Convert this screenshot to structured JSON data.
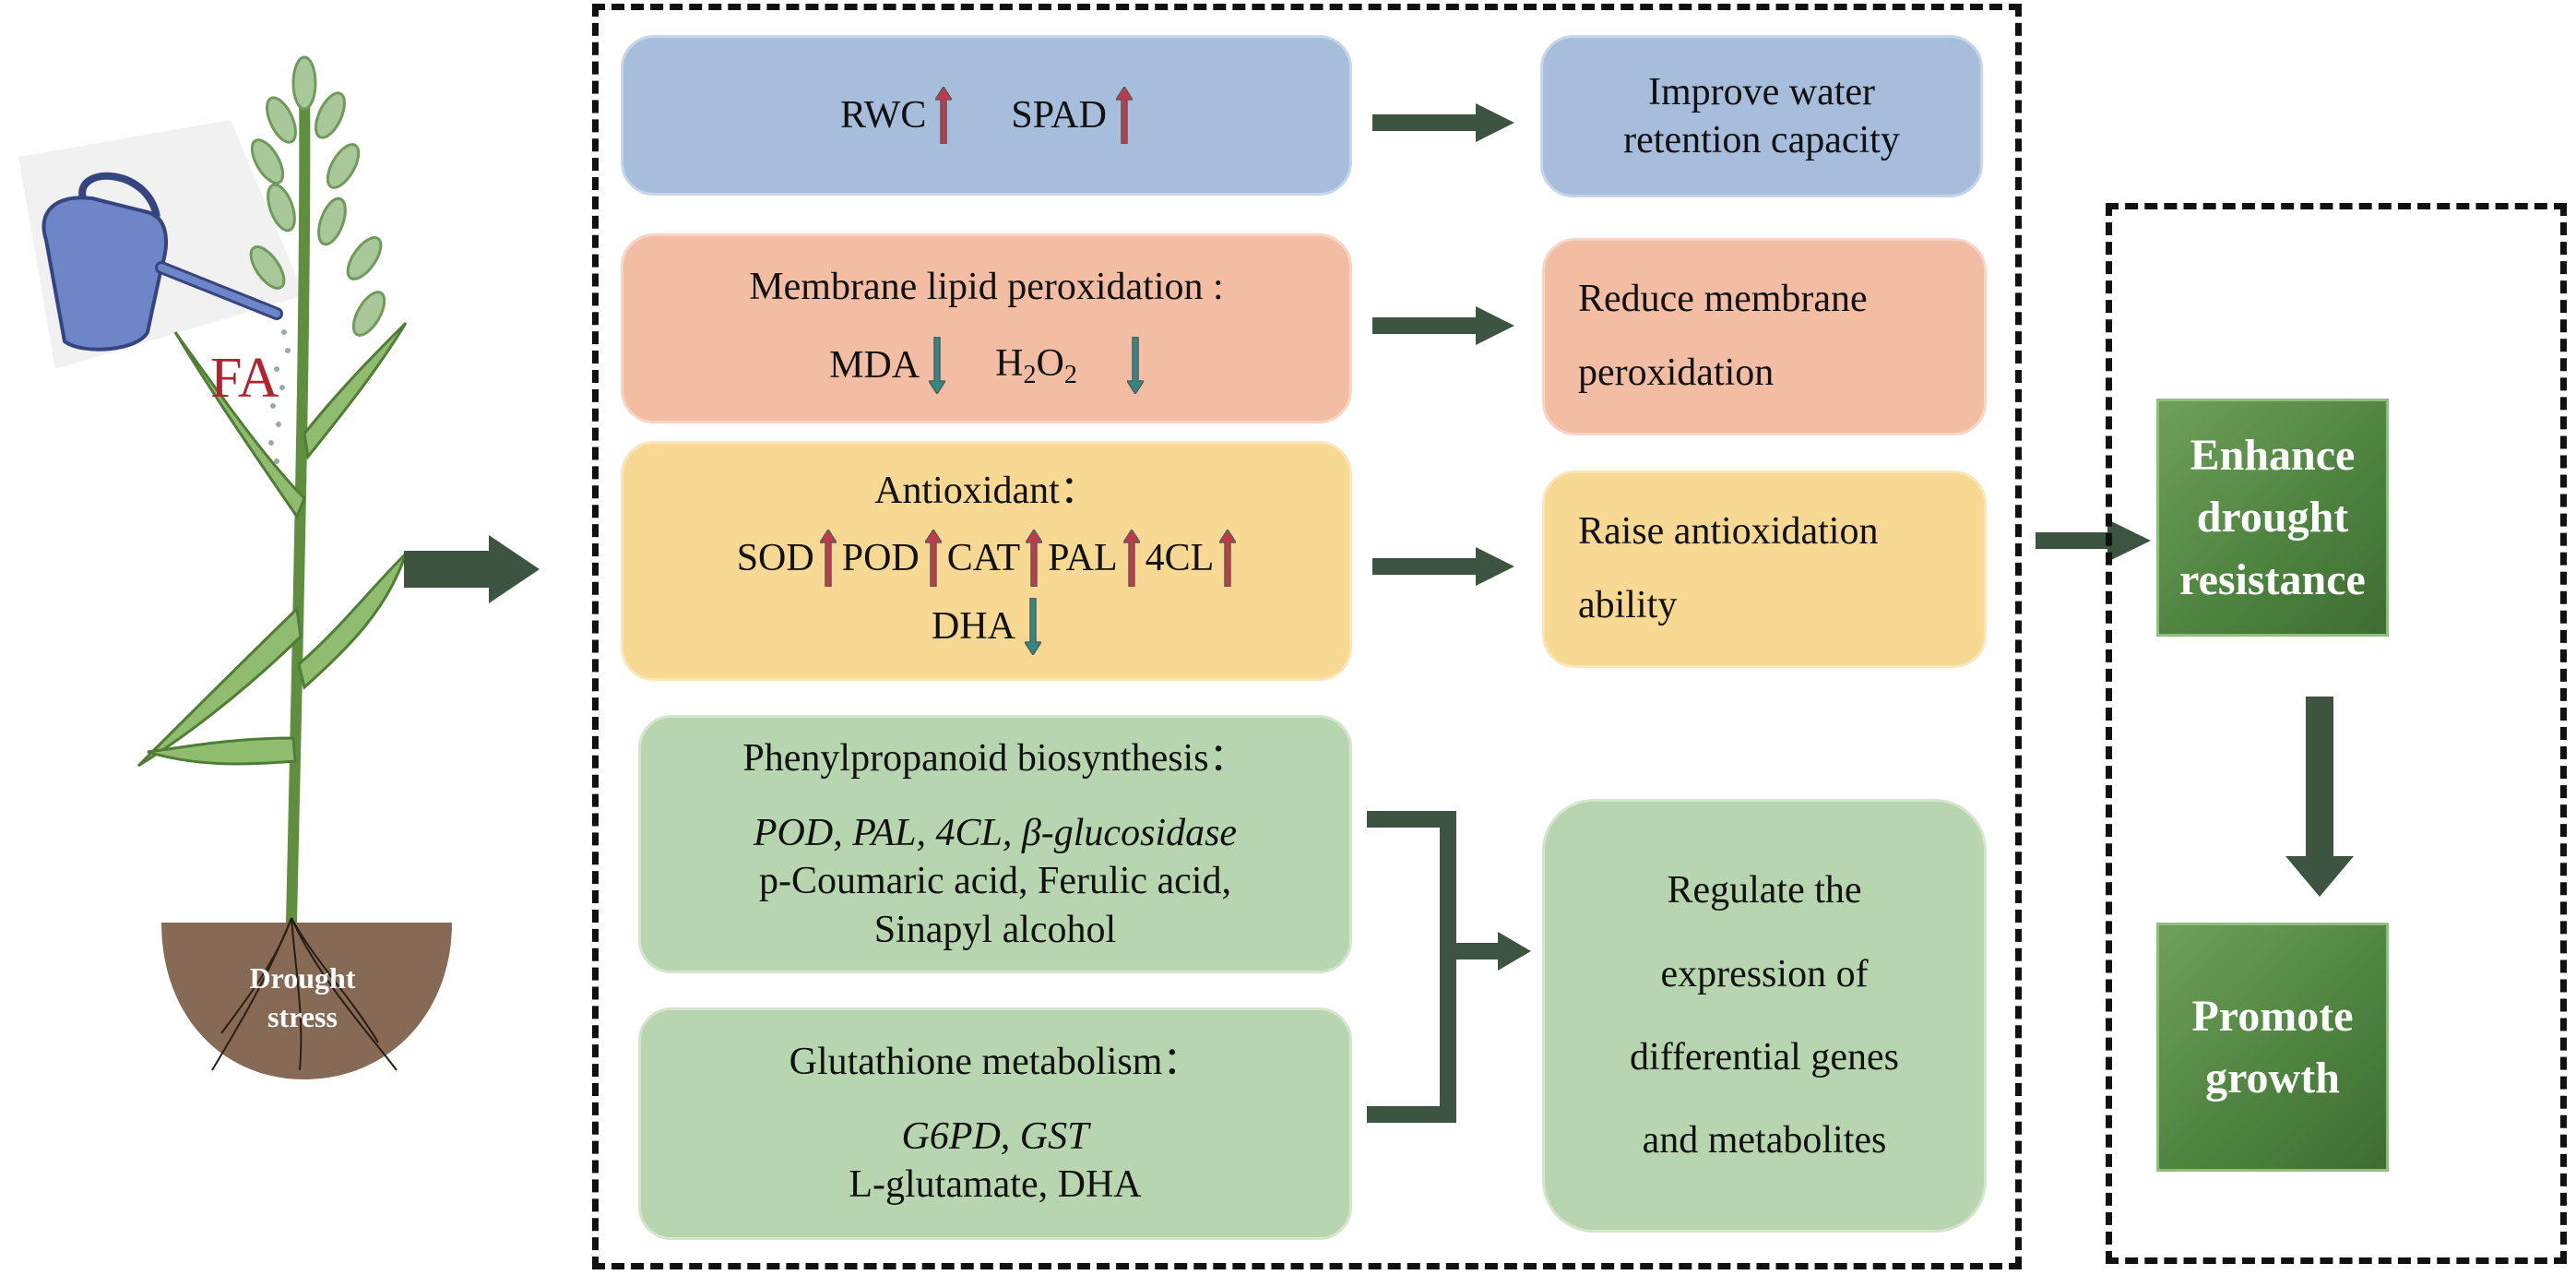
{
  "left": {
    "label_fa": "FA",
    "pot_text_line1": "Drought",
    "pot_text_line2": "stress"
  },
  "boxes": {
    "rwc": {
      "rwc": "RWC",
      "spad": "SPAD"
    },
    "membrane": {
      "title": "Membrane lipid peroxidation :",
      "mda": "MDA",
      "h2o2_h": "H",
      "h2o2_2a": "2",
      "h2o2_o": "O",
      "h2o2_2b": "2"
    },
    "antioxidant": {
      "title": "Antioxidant：",
      "sod": "SOD",
      "pod": "POD",
      "cat": "CAT",
      "pal": "PAL",
      "cl4": "4CL",
      "dha": "DHA"
    },
    "phenyl": {
      "title": "Phenylpropanoid biosynthesis：",
      "genes": "POD, PAL, 4CL, β-glucosidase",
      "line3": "p-Coumaric acid, Ferulic acid,",
      "line4": "Sinapyl alcohol"
    },
    "glutathione": {
      "title": "Glutathione metabolism：",
      "genes": "G6PD, GST",
      "line3": "L-glutamate, DHA"
    }
  },
  "results": {
    "water": "Improve water retention capacity",
    "membrane": "Reduce membrane peroxidation",
    "antiox": "Raise antioxidation ability",
    "regulate": "Regulate the expression of differential genes and metabolites"
  },
  "outcomes": {
    "enhance": "Enhance drought resistance",
    "promote": "Promote growth"
  },
  "colors": {
    "blue": "#a6bddc",
    "orange": "#f2bda3",
    "yellow": "#f8d993",
    "green": "#b7d5ae",
    "dark_green": "#4f8440",
    "arrow": "#3d5540",
    "up_arrow": "#c23a4a",
    "down_arrow": "#2f8a86",
    "fa_red": "#b0222e"
  }
}
